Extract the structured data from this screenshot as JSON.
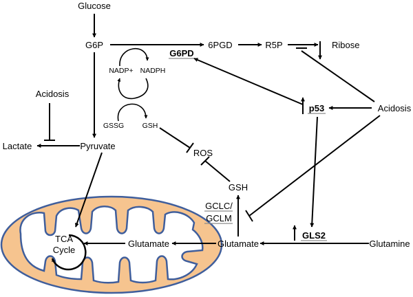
{
  "nodes": {
    "glucose": "Glucose",
    "g6p": "G6P",
    "pgd": "6PGD",
    "r5p": "R5P",
    "ribose": "Ribose",
    "g6pd": "G6PD",
    "nadp": "NADP+",
    "nadph": "NADPH",
    "gssg": "GSSG",
    "gsh_small": "GSH",
    "acidosis_left": "Acidosis",
    "lactate": "Lactate",
    "pyruvate": "Pyruvate",
    "ros": "ROS",
    "p53": "p53",
    "acidosis_right": "Acidosis",
    "gsh": "GSH",
    "gclc": "GCLC/",
    "gclm": "GCLM",
    "glutamate_mito": "Glutamate",
    "glutamate": "Glutamate",
    "gls2": "GLS2",
    "glutamine": "Glutamine",
    "tca_line1": "TCA",
    "tca_line2": "Cycle"
  },
  "colors": {
    "mito_fill": "#F6C48F",
    "mito_membrane": "#3F5E9C",
    "line": "#000000",
    "underline": "#8A8A8A"
  }
}
